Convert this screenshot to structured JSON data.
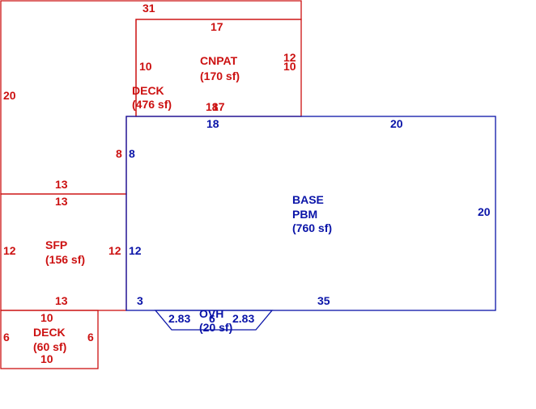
{
  "colors": {
    "deck": "#cc1111",
    "base": "#0a14a8",
    "background": "#ffffff"
  },
  "areas": {
    "deck_top": {
      "name": "DECK",
      "area": "(476 sf)",
      "dims": {
        "top": "31",
        "left": "20",
        "bottom": "13",
        "right": "8"
      }
    },
    "cnpat": {
      "name": "CNPAT",
      "area": "(170 sf)",
      "dims": {
        "top": "17",
        "left": "10",
        "right_a": "12",
        "right_b": "10",
        "bottom_a": "18",
        "bottom_b": "17"
      }
    },
    "sfp": {
      "name": "SFP",
      "area": "(156 sf)",
      "dims": {
        "top": "13",
        "left": "12",
        "right": "12",
        "bottom": "13"
      }
    },
    "deck_bottom": {
      "name": "DECK",
      "area": "(60 sf)",
      "dims": {
        "top": "10",
        "left": "6",
        "right": "6",
        "bottom": "10"
      }
    },
    "base": {
      "name": "BASE",
      "subname": "PBM",
      "area": "(760 sf)",
      "dims": {
        "top_a": "18",
        "top_b": "20",
        "left_a": "8",
        "left_b": "12",
        "right": "20",
        "bottom_a": "3",
        "bottom_b": "35"
      }
    },
    "ovh": {
      "name": "OVH",
      "area": "(20 sf)",
      "dims": {
        "left": "2.83",
        "right": "2.83",
        "inner": "6"
      }
    }
  }
}
